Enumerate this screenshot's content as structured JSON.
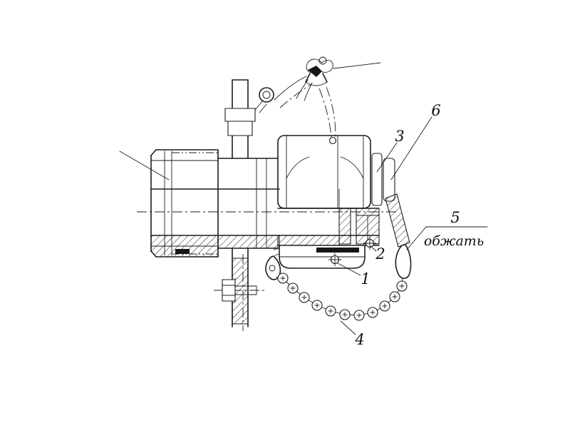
{
  "colors": {
    "ink": "#1d1d1d",
    "background": "#ffffff"
  },
  "figure": {
    "type": "technical-assembly-drawing",
    "callouts": {
      "c1": "1",
      "c2": "2",
      "c3": "3",
      "c4": "4",
      "c5": "5",
      "c6": "6"
    },
    "note": "обжать"
  }
}
